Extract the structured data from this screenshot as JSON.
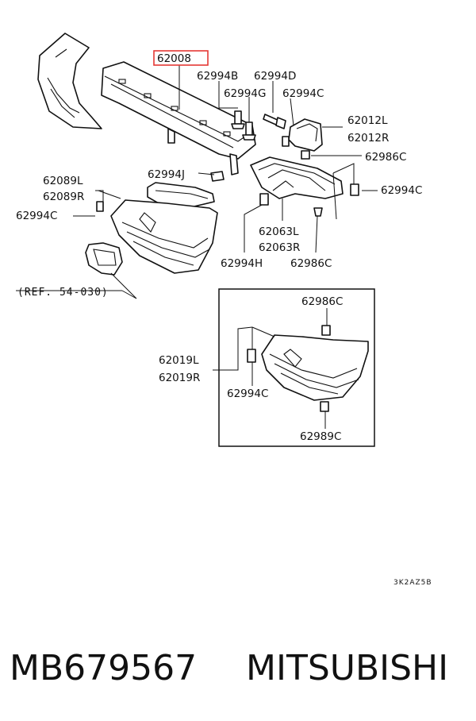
{
  "labels": {
    "main_part": "62008",
    "bolt_b": "62994B",
    "bolt_d": "62994D",
    "bolt_g": "62994G",
    "bolt_c_top": "62994C",
    "bracket_l": "62012L",
    "bracket_r": "62012R",
    "clip_right_top": "62986C",
    "bolt_j": "62994J",
    "bolt_c_right": "62994C",
    "bumper_end_l": "62089L",
    "bumper_end_r": "62089R",
    "bolt_c_left": "62994C",
    "stay_l": "62063L",
    "stay_r": "62063R",
    "bolt_h": "62994H",
    "clip_bottom": "62986C",
    "ref": "(REF. 54-030)",
    "inset_clip": "62986C",
    "inset_end_l": "62019L",
    "inset_end_r": "62019R",
    "inset_bolt": "62994C",
    "inset_pad": "62989C",
    "drawing_code": "3K2AZ5B"
  },
  "highlight_color": "#e53935",
  "footer": {
    "part_number": "MB679567",
    "brand": "MITSUBISHI"
  }
}
